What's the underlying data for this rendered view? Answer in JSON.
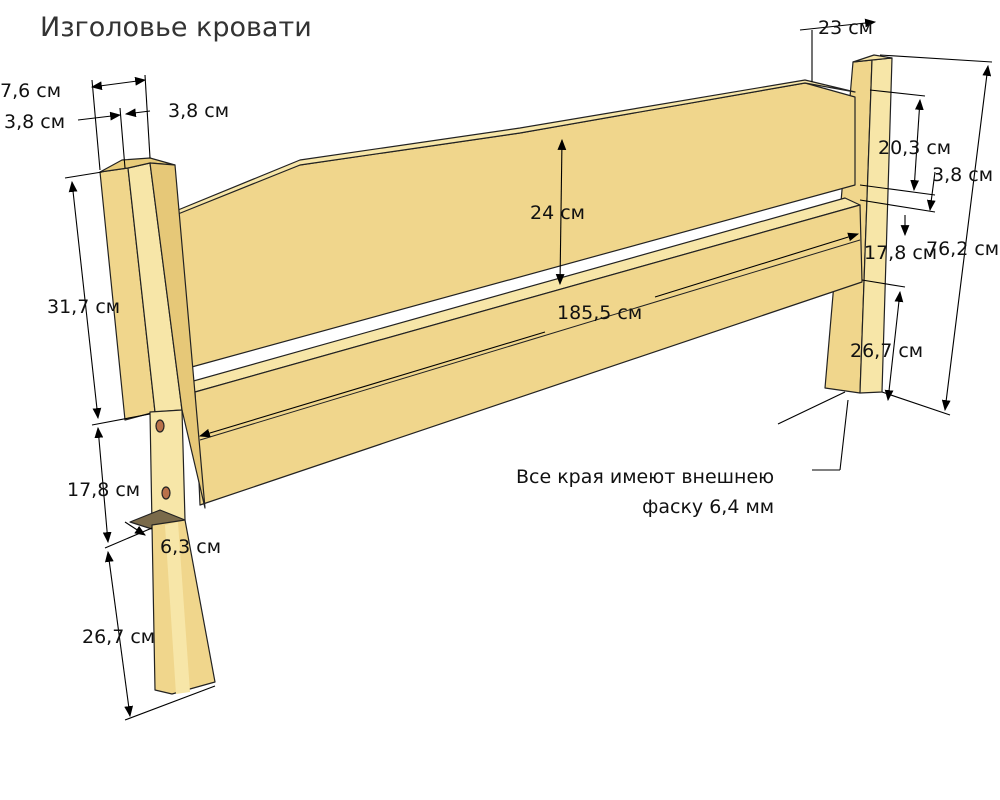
{
  "title": "Изголовье кровати",
  "colors": {
    "wood": "#f0d68c",
    "wood_light": "#f7e6a8",
    "wood_dark": "#d9bb66",
    "edge": "#222222",
    "hole": "#b9714a"
  },
  "dimensions": {
    "post_width": "7,6 см",
    "post_half_left": "3,8 см",
    "post_half_right": "3,8 см",
    "upper_post_height": "31,7 см",
    "middle_post_height_left": "17,8 см",
    "notch": "6,3 см",
    "leg_height_left": "26,7 см",
    "panel_height": "24 см",
    "overall_length": "185,5 см",
    "top_offset": "23 см",
    "top_section": "20,3 см",
    "gap": "3,8 см",
    "rail_height": "17,8 см",
    "total_height": "76,2 см",
    "leg_height_right": "26,7 см"
  },
  "note": {
    "line1": "Все края имеют внешнею",
    "line2": "фаску 6,4 мм"
  }
}
